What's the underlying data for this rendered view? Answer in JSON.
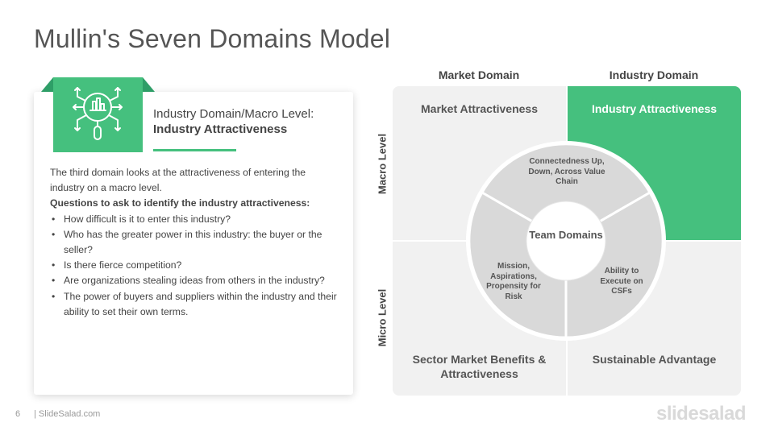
{
  "slide": {
    "title": "Mullin's Seven Domains Model",
    "page_number": "6",
    "footer_site": "| SlideSalad.com",
    "brand": "slidesalad"
  },
  "card": {
    "icon": "market-analysis-icon",
    "heading_line1": "Industry Domain/Macro Level:",
    "heading_line2": "Industry Attractiveness",
    "intro": "The third domain  looks at the attractiveness of entering the industry on a macro level.",
    "questions_label": "Questions to ask to identify the industry attractiveness:",
    "bullets": [
      "How difficult  is it to enter this industry?",
      "Who has the greater power in this industry: the buyer or the seller?",
      "Is there fierce competition?",
      "Are organizations  stealing ideas from others in the industry?",
      "The power of buyers and suppliers within the industry and their ability to set their own terms."
    ]
  },
  "diagram": {
    "col_headers": [
      "Market Domain",
      "Industry Domain"
    ],
    "row_headers": [
      "Macro Level",
      "Micro Level"
    ],
    "quadrants": {
      "top_left": "Market Attractiveness",
      "top_right": "Industry Attractiveness",
      "bottom_left": "Sector Market Benefits & Attractiveness",
      "bottom_right": "Sustainable Advantage"
    },
    "wheel": {
      "center": "Team Domains",
      "segments": [
        "Connectedness Up, Down, Across Value Chain",
        "Ability to Execute on CSFs",
        "Mission, Aspirations, Propensity for Risk"
      ]
    },
    "colors": {
      "accent": "#45c07e",
      "quadrant": "#f1f1f1",
      "wheel": "#d9d9d9"
    }
  }
}
